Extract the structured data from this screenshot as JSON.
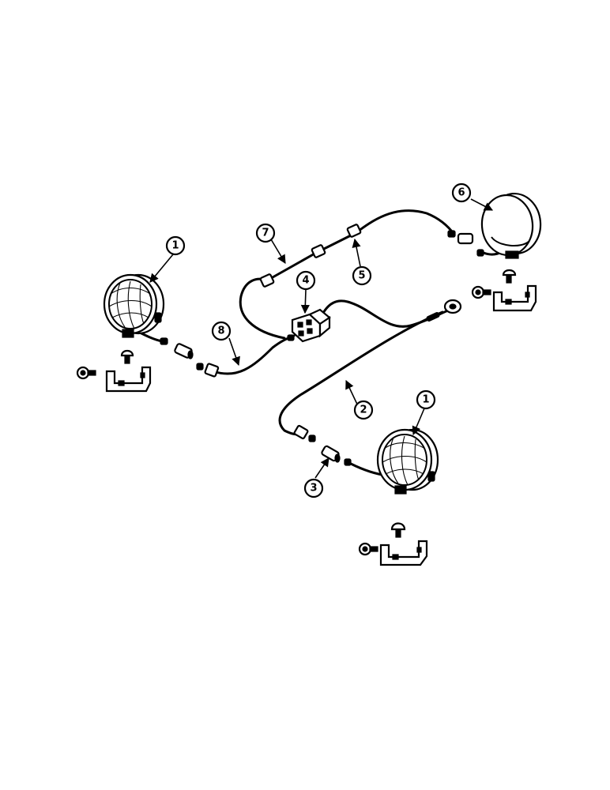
{
  "callouts": [
    {
      "id": "c1a",
      "label": "1"
    },
    {
      "id": "c1b",
      "label": "1"
    },
    {
      "id": "c2",
      "label": "2"
    },
    {
      "id": "c3",
      "label": "3"
    },
    {
      "id": "c4",
      "label": "4"
    },
    {
      "id": "c5",
      "label": "5"
    },
    {
      "id": "c6",
      "label": "6"
    },
    {
      "id": "c7",
      "label": "7"
    },
    {
      "id": "c8",
      "label": "8"
    }
  ],
  "colors": {
    "ink": "#000000",
    "paper": "#ffffff"
  }
}
